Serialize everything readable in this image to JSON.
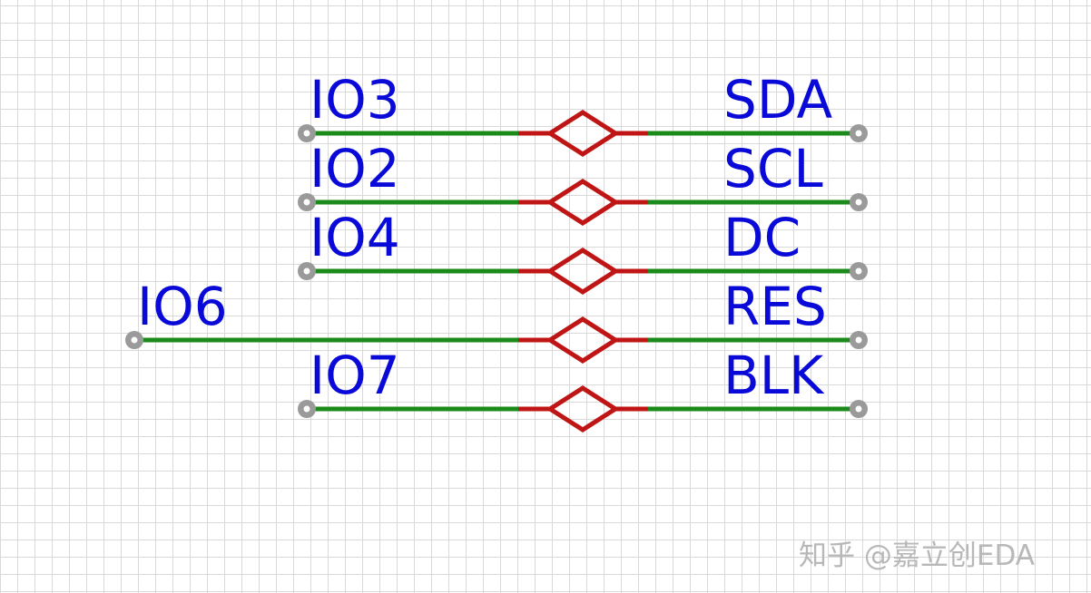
{
  "nets": [
    {
      "left_label": "IO3",
      "right_label": "SDA"
    },
    {
      "left_label": "IO2",
      "right_label": "SCL"
    },
    {
      "left_label": "IO4",
      "right_label": "DC"
    },
    {
      "left_label": "IO6",
      "right_label": "RES"
    },
    {
      "left_label": "IO7",
      "right_label": "BLK"
    }
  ],
  "colors": {
    "wire": "#1a8a1a",
    "net_port": "#c01515",
    "label": "#0a0ad8",
    "pin": "#9a9a9a",
    "grid": "#d9d9d9"
  },
  "watermark": "知乎 @嘉立创EDA"
}
